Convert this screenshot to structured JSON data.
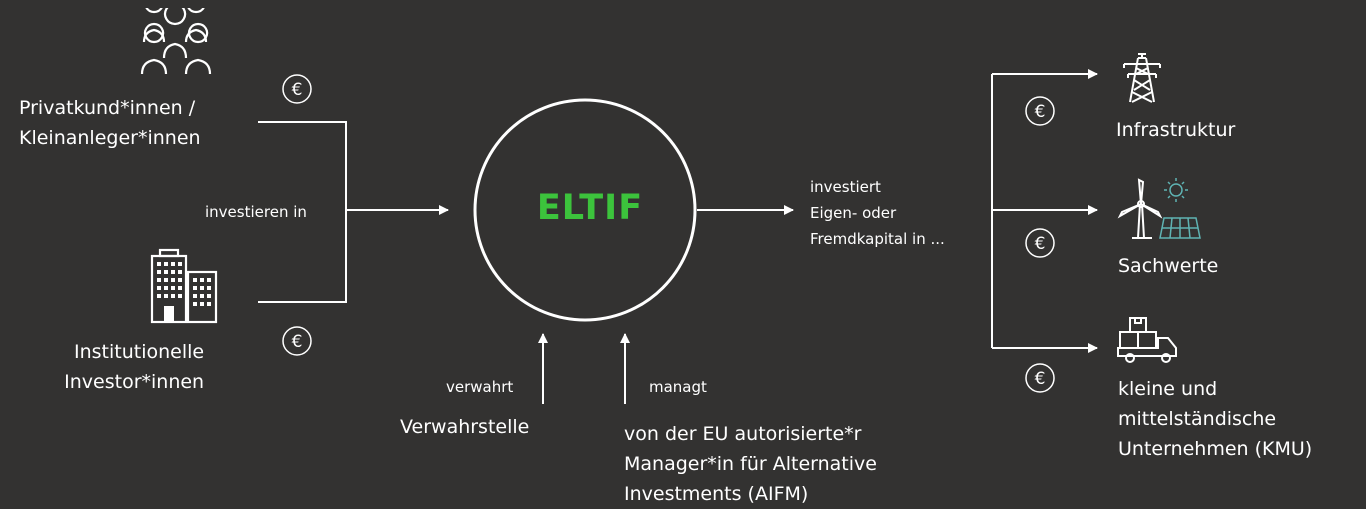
{
  "investors": {
    "retail_line1": "Privatkund*innen /",
    "retail_line2": "Kleinanleger*innen",
    "institutional_line1": "Institutionelle",
    "institutional_line2": "Investor*innen",
    "invest_label": "investieren in"
  },
  "center": {
    "label": "ELTIF"
  },
  "custodian": {
    "verb": "verwahrt",
    "name": "Verwahrstelle"
  },
  "manager": {
    "verb": "managt",
    "line1": "von der EU autorisierte*r",
    "line2": "Manager*in für Alternative",
    "line3": "Investments (AIFM)"
  },
  "output": {
    "line1": "investiert",
    "line2": "Eigen- oder",
    "line3": "Fremdkapital in ..."
  },
  "targets": {
    "infrastructure": "Infrastruktur",
    "real_assets": "Sachwerte",
    "sme_line1": "kleine und",
    "sme_line2": "mittelständische",
    "sme_line3": "Unternehmen  (KMU)"
  },
  "currency_symbol": "€",
  "colors": {
    "background": "#333231",
    "accent": "#3cc33c",
    "foreground": "#ffffff",
    "solar_icon": "#5fb3b3"
  }
}
